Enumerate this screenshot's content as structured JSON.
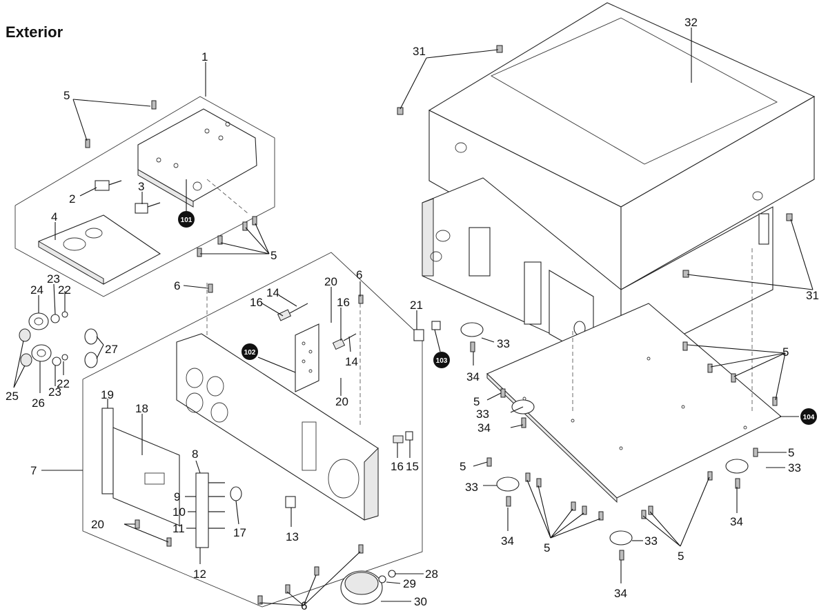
{
  "title": "Exterior",
  "callouts": [
    {
      "id": "c1",
      "text": "1"
    },
    {
      "id": "c5a",
      "text": "5"
    },
    {
      "id": "c2",
      "text": "2"
    },
    {
      "id": "c3",
      "text": "3"
    },
    {
      "id": "c4",
      "text": "4"
    },
    {
      "id": "c5b",
      "text": "5"
    },
    {
      "id": "c6a",
      "text": "6"
    },
    {
      "id": "c14a",
      "text": "14"
    },
    {
      "id": "c16a",
      "text": "16"
    },
    {
      "id": "c20a",
      "text": "20"
    },
    {
      "id": "c6b",
      "text": "6"
    },
    {
      "id": "c16b",
      "text": "16"
    },
    {
      "id": "c14b",
      "text": "14"
    },
    {
      "id": "c20b",
      "text": "20"
    },
    {
      "id": "c21",
      "text": "21"
    },
    {
      "id": "c24",
      "text": "24"
    },
    {
      "id": "c23a",
      "text": "23"
    },
    {
      "id": "c22a",
      "text": "22"
    },
    {
      "id": "c27",
      "text": "27"
    },
    {
      "id": "c22b",
      "text": "22"
    },
    {
      "id": "c23b",
      "text": "23"
    },
    {
      "id": "c25",
      "text": "25"
    },
    {
      "id": "c26",
      "text": "26"
    },
    {
      "id": "c19",
      "text": "19"
    },
    {
      "id": "c18",
      "text": "18"
    },
    {
      "id": "c7",
      "text": "7"
    },
    {
      "id": "c8",
      "text": "8"
    },
    {
      "id": "c9",
      "text": "9"
    },
    {
      "id": "c10",
      "text": "10"
    },
    {
      "id": "c11",
      "text": "11"
    },
    {
      "id": "c12",
      "text": "12"
    },
    {
      "id": "c17",
      "text": "17"
    },
    {
      "id": "c13",
      "text": "13"
    },
    {
      "id": "c16c",
      "text": "16"
    },
    {
      "id": "c15",
      "text": "15"
    },
    {
      "id": "c20c",
      "text": "20"
    },
    {
      "id": "c6c",
      "text": "6"
    },
    {
      "id": "c28",
      "text": "28"
    },
    {
      "id": "c29",
      "text": "29"
    },
    {
      "id": "c30",
      "text": "30"
    },
    {
      "id": "c31a",
      "text": "31"
    },
    {
      "id": "c32",
      "text": "32"
    },
    {
      "id": "c31b",
      "text": "31"
    },
    {
      "id": "c33a",
      "text": "33"
    },
    {
      "id": "c34a",
      "text": "34"
    },
    {
      "id": "c5c",
      "text": "5"
    },
    {
      "id": "c33b",
      "text": "33"
    },
    {
      "id": "c34b",
      "text": "34"
    },
    {
      "id": "c5d",
      "text": "5"
    },
    {
      "id": "c5e",
      "text": "5"
    },
    {
      "id": "c33c",
      "text": "33"
    },
    {
      "id": "c34c",
      "text": "34"
    },
    {
      "id": "c5f",
      "text": "5"
    },
    {
      "id": "c33d",
      "text": "33"
    },
    {
      "id": "c34d",
      "text": "34"
    },
    {
      "id": "c33e",
      "text": "33"
    },
    {
      "id": "c34e",
      "text": "34"
    },
    {
      "id": "c5g",
      "text": "5"
    },
    {
      "id": "c5h",
      "text": "5"
    }
  ],
  "badges": [
    {
      "id": "b101",
      "text": "101"
    },
    {
      "id": "b102",
      "text": "102"
    },
    {
      "id": "b103",
      "text": "103"
    },
    {
      "id": "b104",
      "text": "104"
    }
  ]
}
